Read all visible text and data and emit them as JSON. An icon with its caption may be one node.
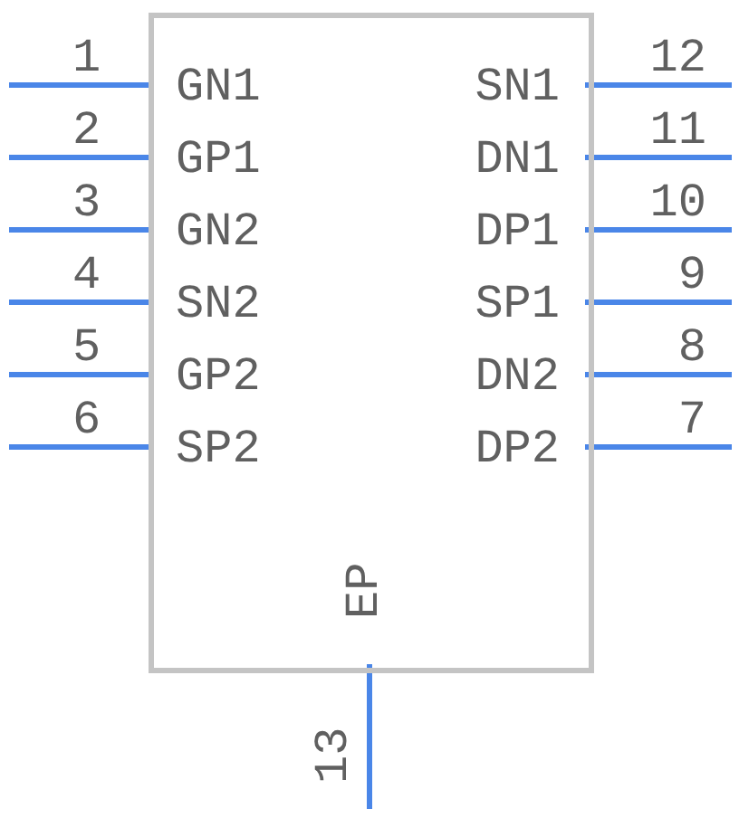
{
  "diagram": {
    "nodes": [
      {
        "text": [],
        "shape": "box"
      }
    ],
    "labels": [
      "1",
      "GN1",
      "SN1",
      "12",
      "2",
      "GP1",
      "DN1",
      "11",
      "3",
      "GN2",
      "DP1",
      "10",
      "4",
      "SN2",
      "SP1",
      "9",
      "5",
      "GP2",
      "DN2",
      "8",
      "6",
      "SP2",
      "DP2",
      "7",
      "EP",
      "13"
    ]
  }
}
